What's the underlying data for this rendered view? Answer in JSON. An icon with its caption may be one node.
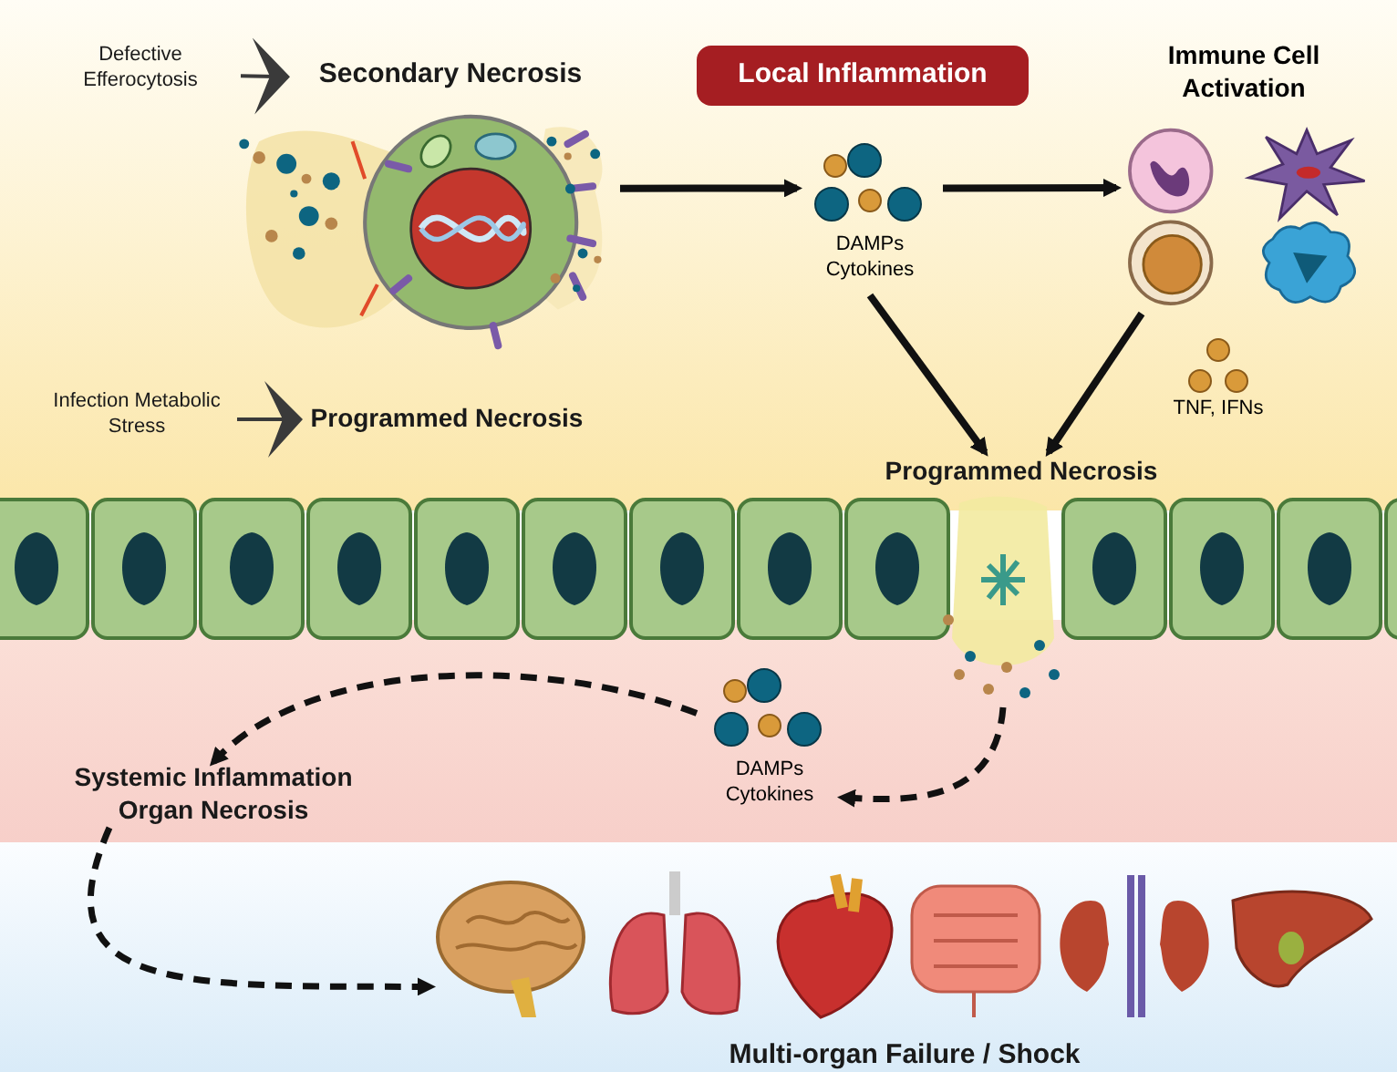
{
  "diagram": {
    "nodes": [
      {
        "text": [
          "Defective Efferocytosis"
        ]
      },
      {
        "text": [
          "Infection Metabolic Stress"
        ]
      },
      {
        "text": [
          "Secondary Necrosis"
        ]
      },
      {
        "text": [],
        "shape": "picture"
      },
      {
        "text": [
          "Programmed Necrosis"
        ]
      },
      {
        "text": [
          "Local Inflammation"
        ]
      },
      {
        "text": [
          "DAMPs Cytokines"
        ]
      },
      {
        "text": [
          "Immune Cell Activation"
        ]
      },
      {
        "text": [
          "TNF, IFNs"
        ]
      },
      {
        "text": [
          "Programmed Necrosis"
        ]
      },
      {
        "text": [],
        "shape": "picture"
      },
      {
        "text": [
          "DAMPs Cytokines"
        ]
      },
      {
        "text": [
          "Systemic Inflammation Organ Necrosis"
        ]
      },
      {
        "text": [
          "Multi-organ Failure / Shock"
        ]
      }
    ],
    "edges": [
      {
        "from": 0,
        "to": 2,
        "arrow": "to"
      },
      {
        "from": 1,
        "to": 4,
        "arrow": "to"
      },
      {
        "from": 3,
        "to": 6,
        "arrow": "to"
      },
      {
        "from": 6,
        "to": 7,
        "arrow": "to"
      },
      {
        "from": 6,
        "to": 9,
        "arrow": "to"
      },
      {
        "from": 7,
        "to": 9,
        "arrow": "to"
      },
      {
        "from": 10,
        "to": 11,
        "arrow": "to",
        "style": "dashed"
      },
      {
        "from": 11,
        "to": 12,
        "arrow": "to",
        "style": "dashed"
      },
      {
        "from": 12,
        "to": 13,
        "arrow": "to",
        "style": "dashed"
      }
    ]
  }
}
